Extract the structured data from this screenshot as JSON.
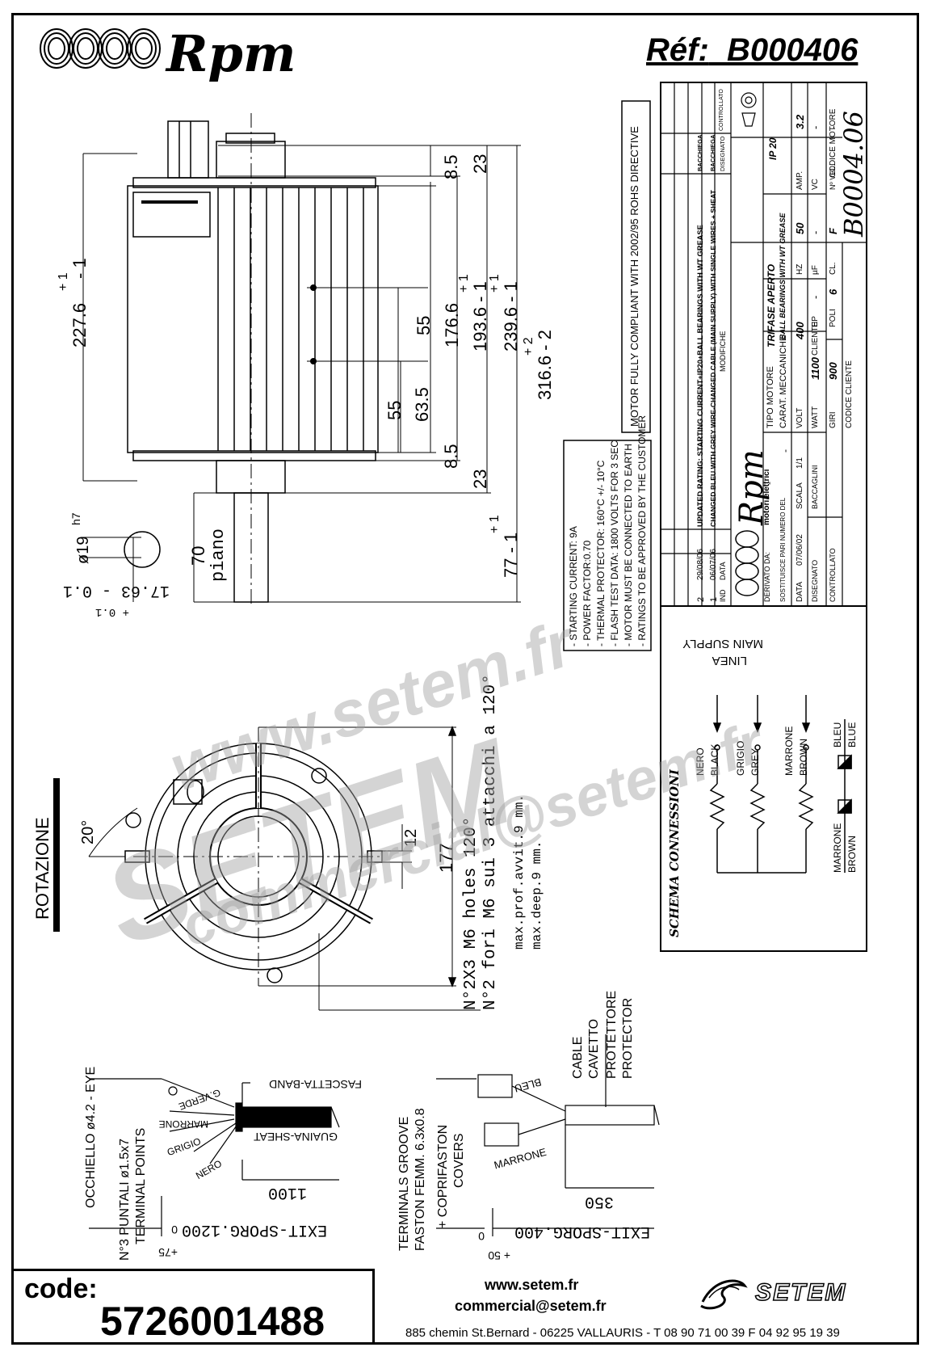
{
  "header": {
    "brand": "Rpm",
    "ref_label": "Réf:",
    "ref_value": "B000406"
  },
  "side_view": {
    "dims": {
      "d8_5_top": "8.5",
      "d23_top": "23",
      "d227_6": "227.6",
      "d227_tol_plus": "+ 1",
      "d227_tol_minus": "- 1",
      "d55_a": "55",
      "d176_6": "176.6",
      "d193_6": "193.6 - 1",
      "d193_tol": "+ 1",
      "d239_6": "239.6 - 1",
      "d239_tol": "+ 1",
      "d316_6": "316.6 - 2",
      "d316_tol": "+ 2",
      "d55_b": "55",
      "d63_5": "63.5",
      "d8_5_bot": "8.5",
      "d23_bot": "23",
      "d77": "77 - 1",
      "d77_tol": "+ 1",
      "d70": "70",
      "piano": "piano",
      "d19": "ø19",
      "h7": "h7",
      "d17_63": "17.63 - 0.1",
      "d17_tol": "+ 0.1"
    },
    "compliance": "MOTOR FULLY COMPLIANT WITH 2002/95 ROHS DIRECTIVE",
    "specs": [
      "- STARTING CURRENT: 9A",
      "- POWER FACTOR:0.70",
      "- THERMAL PROTECTOR: 160°C +/- 10°C",
      "- FLASH TEST DATA: 1800 VOLTS FOR 3 SEC",
      "- MOTOR MUST BE CONNECTED TO EARTH",
      "- RATINGS TO BE APPROVED BY THE CUSTOMER"
    ]
  },
  "title_block": {
    "rev_rows": [
      {
        "n": "2",
        "date": "29/08/06",
        "desc": "UPDATED RATING: STARTING CURRENT+IP20+BALL BEARINGS WITH WT GREASE",
        "by": "BACCHIEGA"
      },
      {
        "n": "1",
        "date": "06/07/06",
        "desc": "CHANGED BLEU WITH GREY WIRE-CHANGED CABLE (MAIN SUPPLY) WITH SINGLE WIRES + SHEAT",
        "by": "BACCHIEGA"
      }
    ],
    "hdr_ind": "IND",
    "hdr_data": "DATA",
    "hdr_modifiche": "MODIFICHE",
    "hdr_disegnato": "DISEGNATO",
    "hdr_controllato": "CONTROLLATO",
    "brand": "Rpm",
    "brand_sub": "motori elettrici",
    "tipo_motore_label": "TIPO MOTORE",
    "tipo_motore": "TRIFASE APERTO",
    "carat_label": "CARAT. MECCANICHE",
    "carat": "BALL BEARINGS WITH WT GREASE",
    "ip": "IP 20",
    "volt_label": "VOLT",
    "volt": "400",
    "hz_label": "HZ",
    "hz": "50",
    "amp_label": "AMP.",
    "amp": "3.2",
    "watt_label": "WATT",
    "watt": "1100",
    "hp_label": "HP",
    "hp": "-",
    "uf_label": "µF",
    "uf": "-",
    "vc_label": "VC",
    "vc": "-",
    "giri_label": "GIRI",
    "giri": "900",
    "poli_label": "POLI",
    "poli": "6",
    "cl_label": "CL.",
    "cl": "F",
    "nvel_label": "Nº VEL.",
    "nvel": "-",
    "derivato_label": "DERIVATO DA:",
    "derivato": "-",
    "sostituisce_label": "SOSTITUISCE PARI NUMERO DEL",
    "sostituisce": "-",
    "data_label": "DATA",
    "data": "07/06/02",
    "scala_label": "SCALA",
    "scala": "1/1",
    "cliente_label": "CLIENTE",
    "disegnato_label": "DISEGNATO",
    "disegnato": "BACCAGLINI",
    "controllato_label": "CONTROLLATO",
    "codice_cliente_label": "CODICE CLIENTE",
    "codice_motore_label": "CODICE MOTORE",
    "codice_motore": "B0004.06"
  },
  "connections": {
    "title": "SCHEMA CONNESSIONI",
    "linea": "LINEA",
    "main_supply": "MAIN SUPPLY",
    "wires": [
      {
        "it": "NERO",
        "en": "BLACK"
      },
      {
        "it": "GRIGIO",
        "en": "GREY"
      },
      {
        "it": "MARRONE",
        "en": "BROWN"
      }
    ],
    "cap_top_it": "BLEU",
    "cap_top_en": "BLUE",
    "cap_bot_it": "MARRONE",
    "cap_bot_en": "BROWN"
  },
  "front_view": {
    "rotazione": "ROTAZIONE",
    "angle": "20°",
    "d12": "12",
    "d177": "177",
    "holes_1": "N°2X3 M6 holes 120°",
    "holes_2": "N°2 fori M6 sui 3 attacchi a 120°",
    "depth_1": "max.prof.avvit.9 mm.",
    "depth_2": "max.deep.9 mm."
  },
  "leads": {
    "occhiello": "OCCHIELLO ø4.2 - EYE",
    "puntali": "N°3 PUNTALI ø1.5x7",
    "terminal_points": "TERMINAL POINTS",
    "g_verde": "G.VERDE",
    "marrone": "MARRONE",
    "grigio": "GRIGIO",
    "nero": "NERO",
    "fascetta": "FASCETTA-BAND",
    "guaina": "GUAINA-SHEAT",
    "d1100": "1100",
    "exit1200": "EXIT-SPORG.1200",
    "tol75": "+75",
    "tol0": "0",
    "terminals_groove": "TERMINALS GROOVE",
    "faston": "FASTON FEMM. 6.3x0.8",
    "coprifaston": "+ COPRIFASTON",
    "covers": "COVERS",
    "bleu": "BLEU",
    "marrone2": "MARRONE",
    "cable": "CABLE",
    "cavetto": "CAVETTO",
    "protettore": "PROTETTORE",
    "protector": "PROTECTOR",
    "d350": "350",
    "exit400": "EXIT-SPORG.400",
    "tol50": "+ 50",
    "tol0b": "0"
  },
  "footer": {
    "code_label": "code:",
    "code_value": "5726001488",
    "website": "www.setem.fr",
    "email": "commercial@setem.fr",
    "address": "885 chemin St.Bernard  -  06225 VALLAURIS  -  T 08 90 71 00 39  F 04 92 95 19 39",
    "setem": "SETEM"
  },
  "watermark": {
    "w1": "www.setem.fr",
    "w2": "SETEM",
    "w3": "commercial@setem.fr"
  }
}
